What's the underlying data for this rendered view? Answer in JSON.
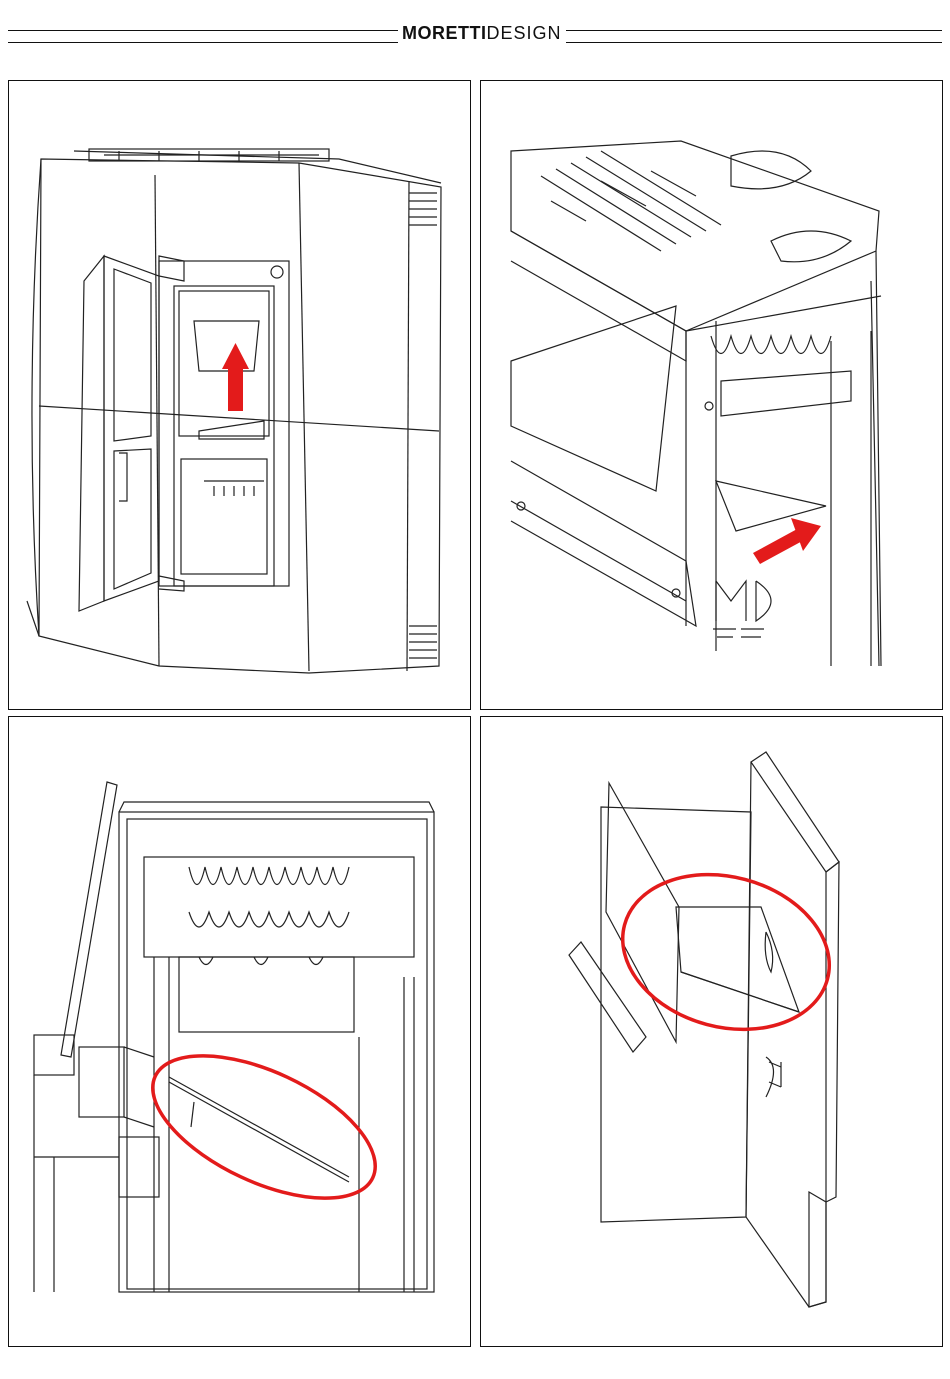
{
  "header": {
    "brand_strong": "MORETTI",
    "brand_light": "DESIGN"
  },
  "figures": [
    {
      "id": "fig-1",
      "depicts": "stove-front-open-door",
      "arrow_direction": "up"
    },
    {
      "id": "fig-2",
      "depicts": "top-baffle-closeup",
      "arrow_direction": "up-right"
    },
    {
      "id": "fig-3",
      "depicts": "side-section-deflector",
      "highlight": "ellipse"
    },
    {
      "id": "fig-4",
      "depicts": "deflector-plate-detail",
      "highlight": "ellipse"
    }
  ],
  "colors": {
    "line": "#222222",
    "accent": "#e31b1b"
  },
  "icons": {
    "logo_mark": "MD"
  }
}
